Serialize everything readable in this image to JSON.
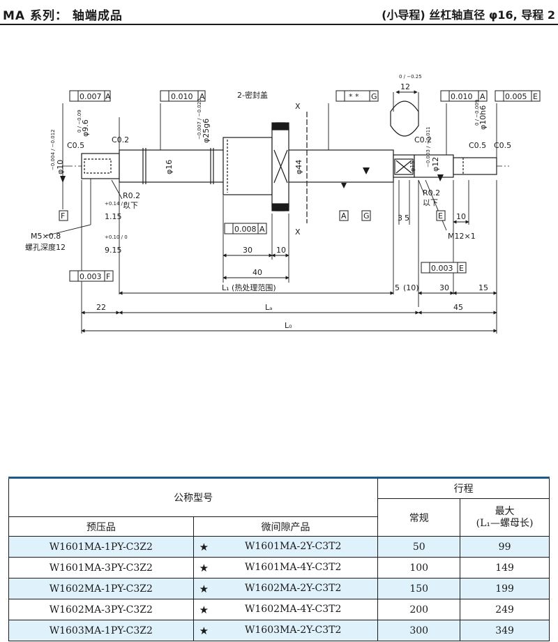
{
  "header": {
    "title_left": "MA 系列： 轴端成品",
    "title_right": "(小导程) 丝杠轴直径 φ16, 导程 2"
  },
  "drawing": {
    "labels": {
      "tol_top_left": "0.007",
      "tol_top_left_ref": "A",
      "tol_top_mid": "0.010",
      "tol_top_mid_ref": "A",
      "seal_cover": "2-密封盖",
      "tol_parallel": "* *",
      "tol_parallel_ref": "G",
      "width_12": "12",
      "width_12_tol": "0 / −0.25",
      "tol_top_right": "0.010",
      "tol_top_right_ref": "A",
      "tol_far_right": "0.005",
      "tol_far_right_ref": "E",
      "phi96": "φ9.6",
      "phi96_tol": "0 / −0.09",
      "phi10": "φ10",
      "phi10_tol": "−0.004 / −0.012",
      "c05_left": "C0.5",
      "c02_left": "C0.2",
      "phi16": "φ16",
      "phi25g6": "φ25g6",
      "phi25_tol": "−0.007 / −0.020",
      "phi44": "φ44",
      "section_x": "X",
      "c02_right": "C0.2",
      "phi15": "φ15",
      "phi12": "φ12",
      "phi12_tol": "−0.003 / −0.011",
      "phi10h6": "φ10h6",
      "phi10h6_tol": "0 / −0.009",
      "c05_right_a": "C0.5",
      "c05_right_b": "C0.5",
      "r02_left": "R0.2",
      "r02_left_note": "以下",
      "r02_right": "R0.2",
      "r02_right_note": "以下",
      "datum_f": "F",
      "datum_a": "A",
      "datum_g": "G",
      "datum_e": "E",
      "dim_115": "1.15",
      "dim_115_tol": "+0.14 / 0",
      "dim_915": "9.15",
      "dim_915_tol": "+0.10 / 0",
      "m5": "M5×0.8",
      "m5_note": "螺孔深度12",
      "m12": "M12×1",
      "tol_perp_mid": "0.008",
      "tol_perp_mid_ref": "A",
      "tol_perp_left": "0.003",
      "tol_perp_left_ref": "F",
      "tol_perp_right": "0.003",
      "tol_perp_right_ref": "E",
      "dim_30": "30",
      "dim_10": "10",
      "dim_40": "40",
      "dim_3": "3",
      "dim_5": "5",
      "dim_10_right": "10",
      "dim_l1": "L₁ (热处理范围)",
      "dim_5b": "5",
      "dim_10p": "(10)",
      "dim_30_right": "30",
      "dim_15": "15",
      "dim_22": "22",
      "dim_la": "Lₐ",
      "dim_45": "45",
      "dim_lo": "L₀"
    }
  },
  "table": {
    "header": {
      "model": "公称型号",
      "stroke": "行程",
      "preload": "预压品",
      "micro": "微间隙产品",
      "normal": "常规",
      "max": "最大",
      "max_note": "(L₁—螺母长)"
    },
    "star": "★",
    "rows": [
      {
        "preload": "W1601MA-1PY-C3Z2",
        "micro": "W1601MA-2Y-C3T2",
        "normal": "50",
        "max": "99"
      },
      {
        "preload": "W1601MA-3PY-C3Z2",
        "micro": "W1601MA-4Y-C3T2",
        "normal": "100",
        "max": "149"
      },
      {
        "preload": "W1602MA-1PY-C3Z2",
        "micro": "W1602MA-2Y-C3T2",
        "normal": "150",
        "max": "199"
      },
      {
        "preload": "W1602MA-3PY-C3Z2",
        "micro": "W1602MA-4Y-C3T2",
        "normal": "200",
        "max": "249"
      },
      {
        "preload": "W1603MA-1PY-C3Z2",
        "micro": "W1603MA-2Y-C3T2",
        "normal": "300",
        "max": "349"
      }
    ],
    "colors": {
      "shade": "#dff1fb",
      "accent": "#1a5a8a"
    }
  }
}
